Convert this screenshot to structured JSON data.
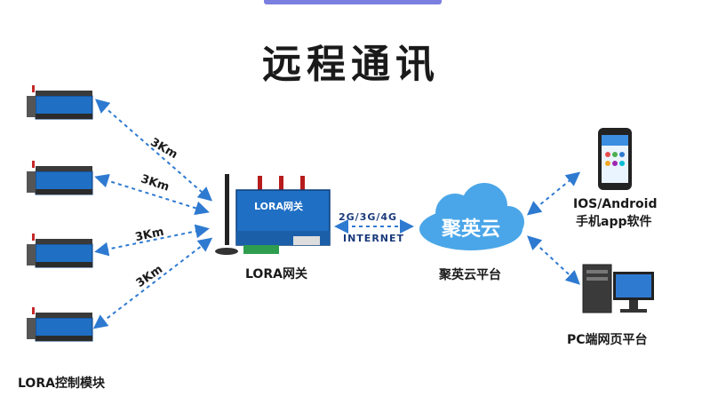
{
  "title": "远程通讯",
  "modules_label": "LORA控制模块",
  "gateway_label": "LORA网关",
  "gateway_device_text": "LORA网关",
  "cloud_name": "聚英云",
  "cloud_label": "聚英云平台",
  "network_top": "2G/3G/4G",
  "network_bottom": "INTERNET",
  "mobile_label_line1": "IOS/Android",
  "mobile_label_line2": "手机app软件",
  "pc_label": "PC端网页平台",
  "distances": [
    "3Km",
    "3Km",
    "3Km",
    "3Km"
  ],
  "colors": {
    "accent": "#2e7ad1",
    "cloud": "#4aa6e8",
    "module": "#1f6fc4",
    "topbar": "#7b7fe0"
  }
}
